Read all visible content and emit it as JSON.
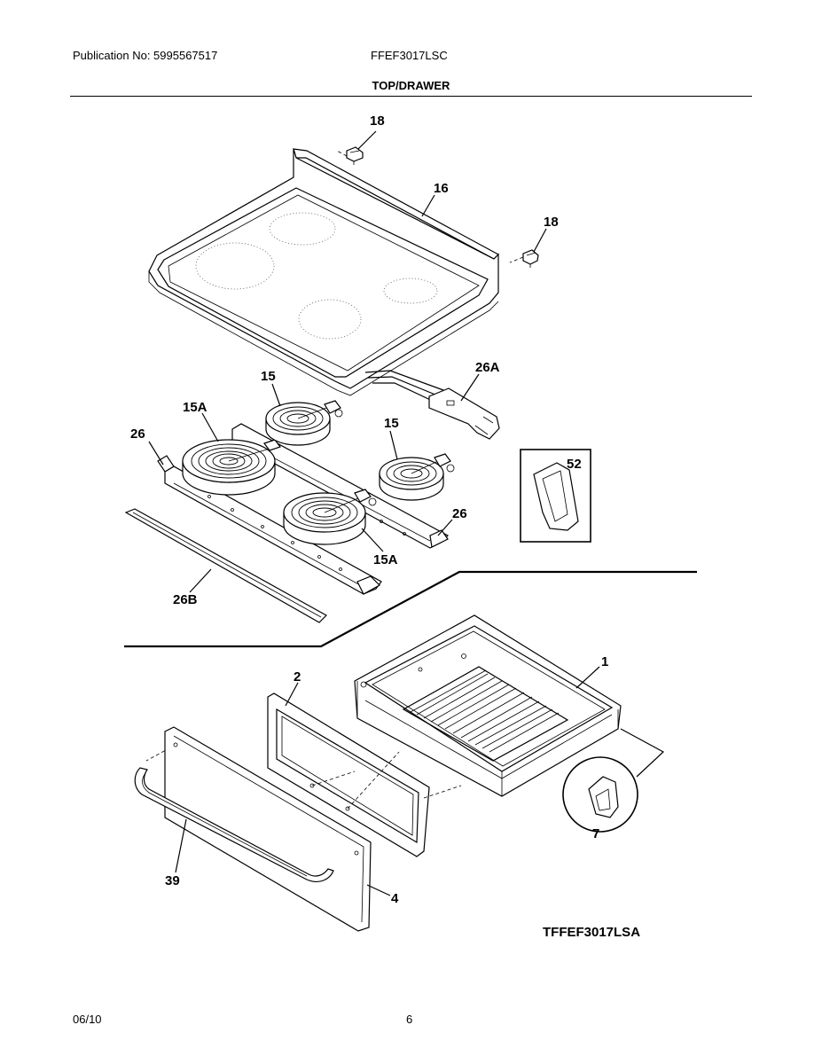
{
  "header": {
    "publication": "Publication No: 5995567517",
    "model": "FFEF3017LSC",
    "section_title": "TOP/DRAWER"
  },
  "diagram": {
    "callouts": {
      "c18a": "18",
      "c16": "16",
      "c18b": "18",
      "c26a": "26A",
      "c15a": "15",
      "c15aa": "15A",
      "c26a_left": "26",
      "c15b": "15",
      "c52": "52",
      "c26b_right": "26",
      "c15ab": "15A",
      "c26b": "26B",
      "c1": "1",
      "c2": "2",
      "c39": "39",
      "c4": "4",
      "c7": "7"
    },
    "figure_id": "TFFEF3017LSA"
  },
  "footer": {
    "date": "06/10",
    "page": "6"
  }
}
